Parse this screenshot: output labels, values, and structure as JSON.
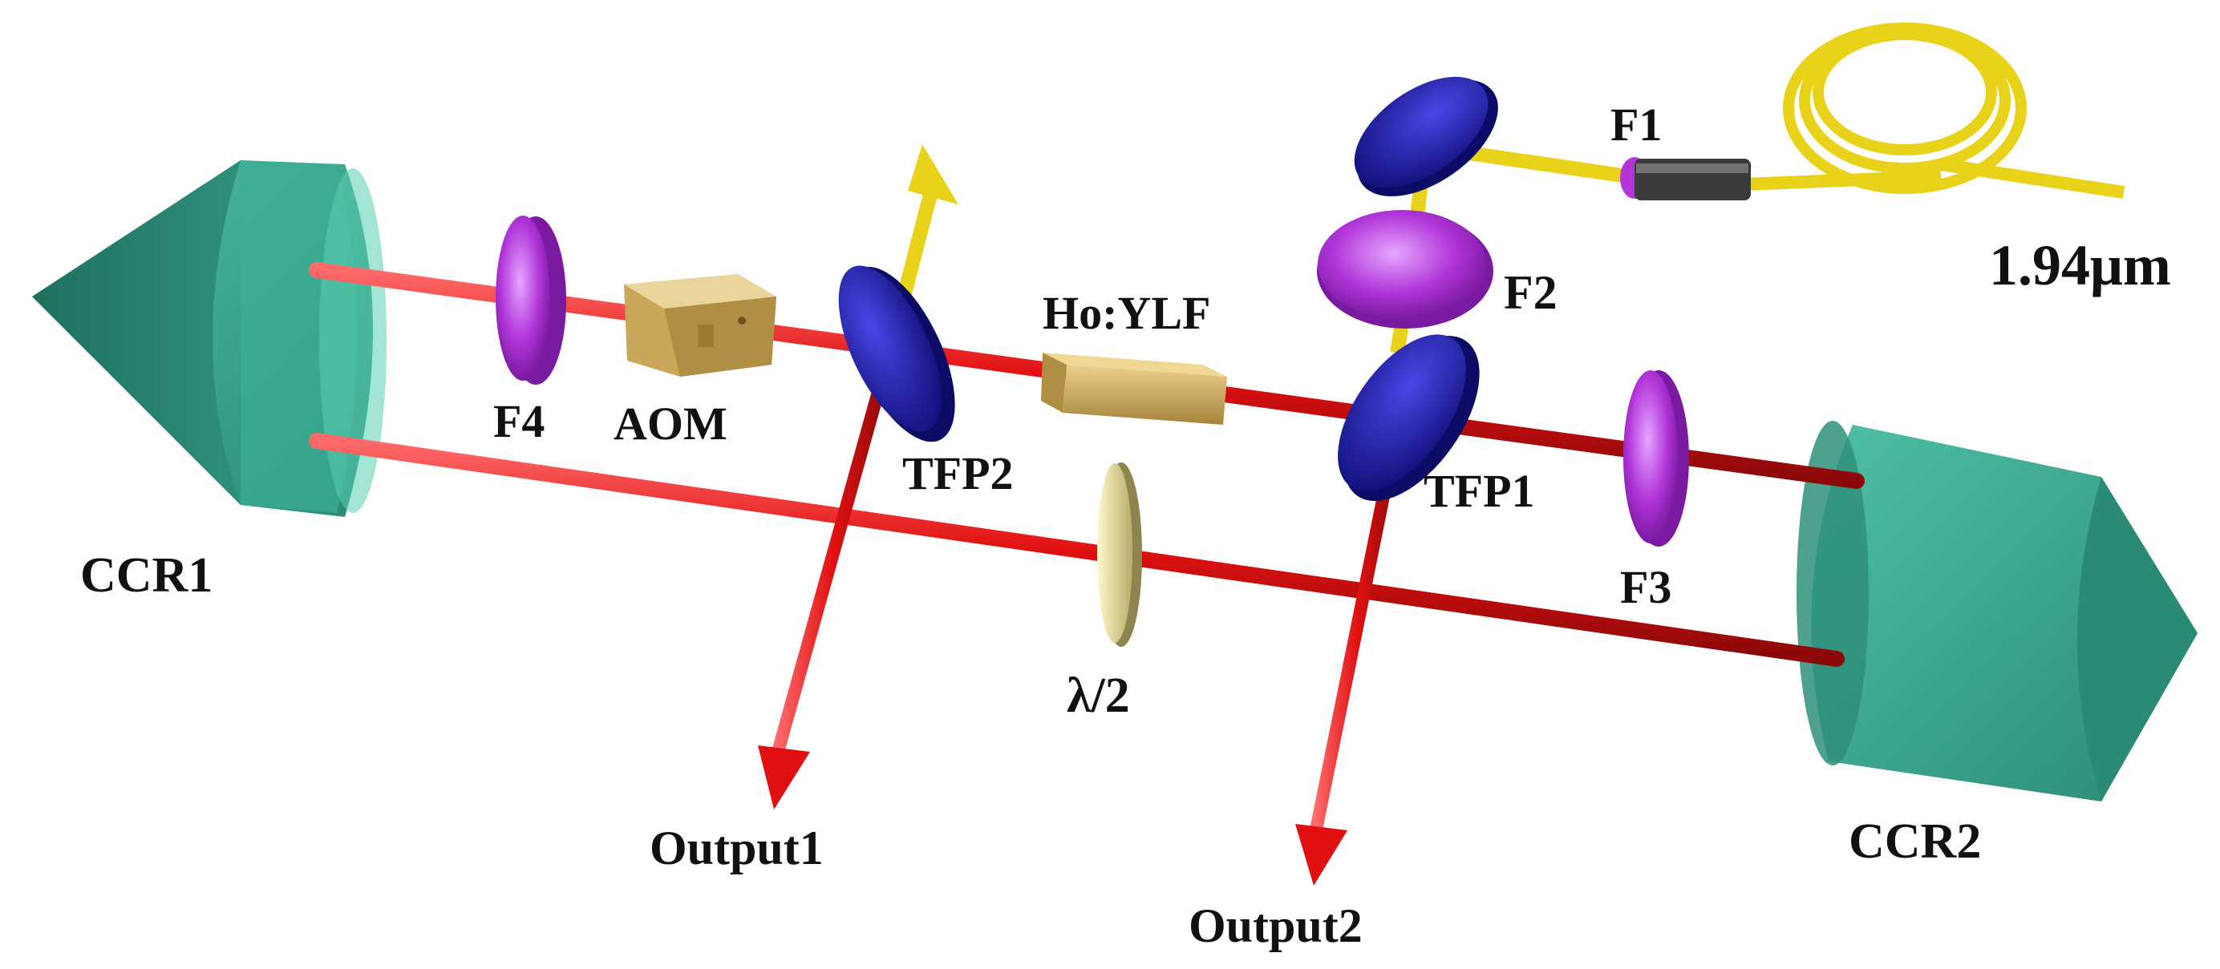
{
  "labels": {
    "f1": "F1",
    "wavelength": "1.94μm",
    "f2": "F2",
    "hoylf": "Ho:YLF",
    "f4": "F4",
    "aom": "AOM",
    "tfp2": "TFP2",
    "tfp1": "TFP1",
    "ccr1": "CCR1",
    "ccr2": "CCR2",
    "f3": "F3",
    "halfwave": "λ/2",
    "output1": "Output1",
    "output2": "Output2"
  },
  "colors": {
    "laser_beam": "#e01010",
    "pump_beam": "#f2de1e",
    "corner_cube": "#3aa38d",
    "polarizer": "#1d1ab8",
    "lens": "#b135d9",
    "crystal": "#d7b46a",
    "waveplate": "#efe5a8",
    "fiber_connector": "#3a3a3a"
  }
}
